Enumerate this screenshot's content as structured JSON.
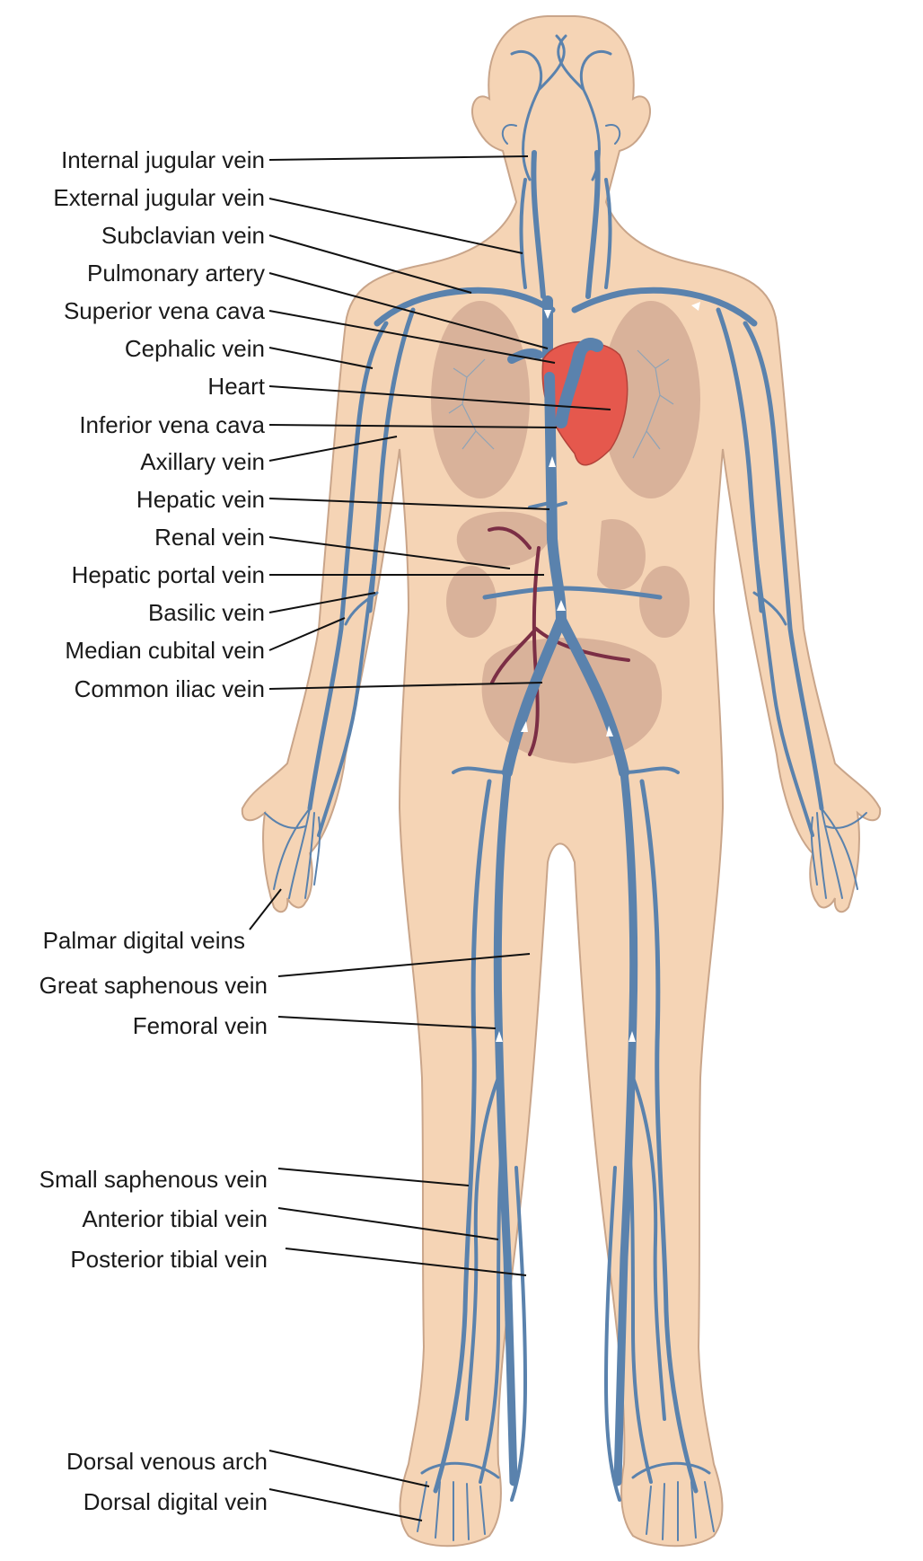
{
  "colors": {
    "skin": "#f5d4b5",
    "vein": "#5a82ad",
    "heart": "#e5584d",
    "portal": "#7b2e45",
    "organ": "#d9b29a"
  },
  "labels": {
    "internal_jugular": "Internal jugular vein",
    "external_jugular": "External jugular vein",
    "subclavian": "Subclavian vein",
    "pulmonary_artery": "Pulmonary artery",
    "superior_vena_cava": "Superior vena cava",
    "cephalic": "Cephalic vein",
    "heart": "Heart",
    "inferior_vena_cava": "Inferior vena cava",
    "axillary": "Axillary vein",
    "hepatic": "Hepatic vein",
    "renal": "Renal vein",
    "hepatic_portal": "Hepatic portal vein",
    "basilic": "Basilic vein",
    "median_cubital": "Median cubital vein",
    "common_iliac": "Common iliac vein",
    "palmar_digital": "Palmar digital veins",
    "great_saphenous": "Great saphenous vein",
    "femoral": "Femoral vein",
    "small_saphenous": "Small saphenous vein",
    "anterior_tibial": "Anterior tibial vein",
    "posterior_tibial": "Posterior tibial vein",
    "dorsal_venous_arch": "Dorsal venous arch",
    "dorsal_digital": "Dorsal digital vein"
  }
}
